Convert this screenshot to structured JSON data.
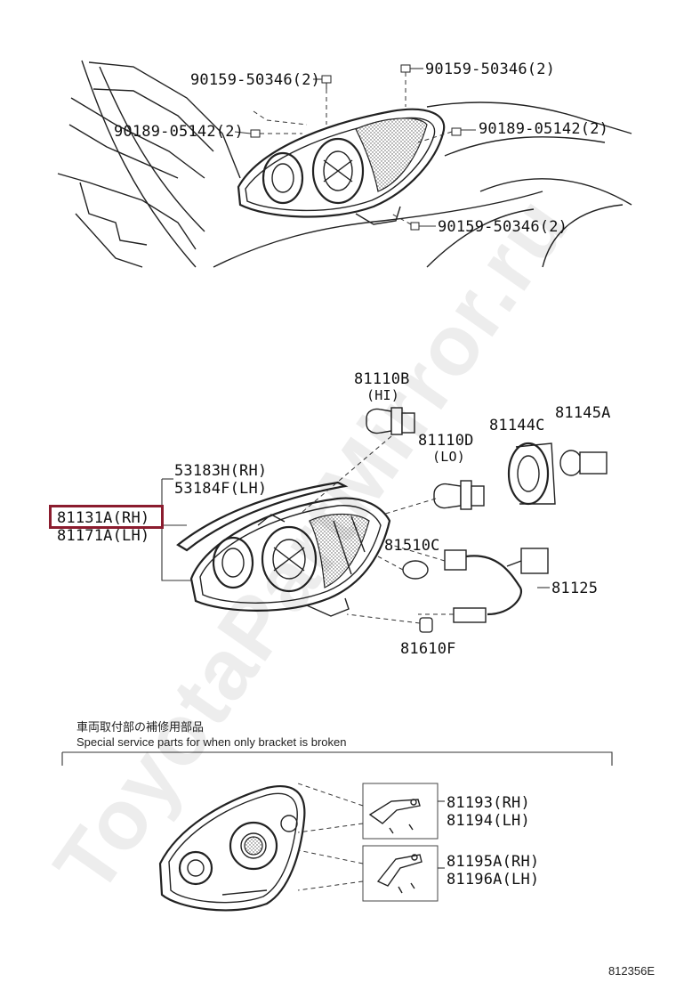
{
  "diagram_code": "812356E",
  "watermark": "ToyotaPartMirror.ru",
  "top_section": {
    "labels": [
      "90159-50346(2)",
      "90159-50346(2)",
      "90189-05142(2)",
      "90189-05142(2)",
      "90159-50346(2)"
    ]
  },
  "middle_section": {
    "bulb_hi": "81110B",
    "bulb_hi_note": "(HI)",
    "bulb_lo": "81110D",
    "bulb_lo_note": "(LO)",
    "socket_ring": "81144C",
    "socket_bulb": "81145A",
    "seal_rh": "53183H(RH)",
    "seal_lh": "53184F(LH)",
    "unit_rh": "81131A(RH)",
    "unit_lh": "81171A(LH)",
    "cap": "81510C",
    "wire": "81125",
    "small_bulb": "81610F"
  },
  "bottom_section": {
    "title_jp": "車両取付部の補修用部品",
    "title_en": "Special service parts for when only bracket is broken",
    "bracket1_rh": "81193(RH)",
    "bracket1_lh": "81194(LH)",
    "bracket2_rh": "81195A(RH)",
    "bracket2_lh": "81196A(LH)"
  },
  "highlight_color": "#8b1c2e"
}
